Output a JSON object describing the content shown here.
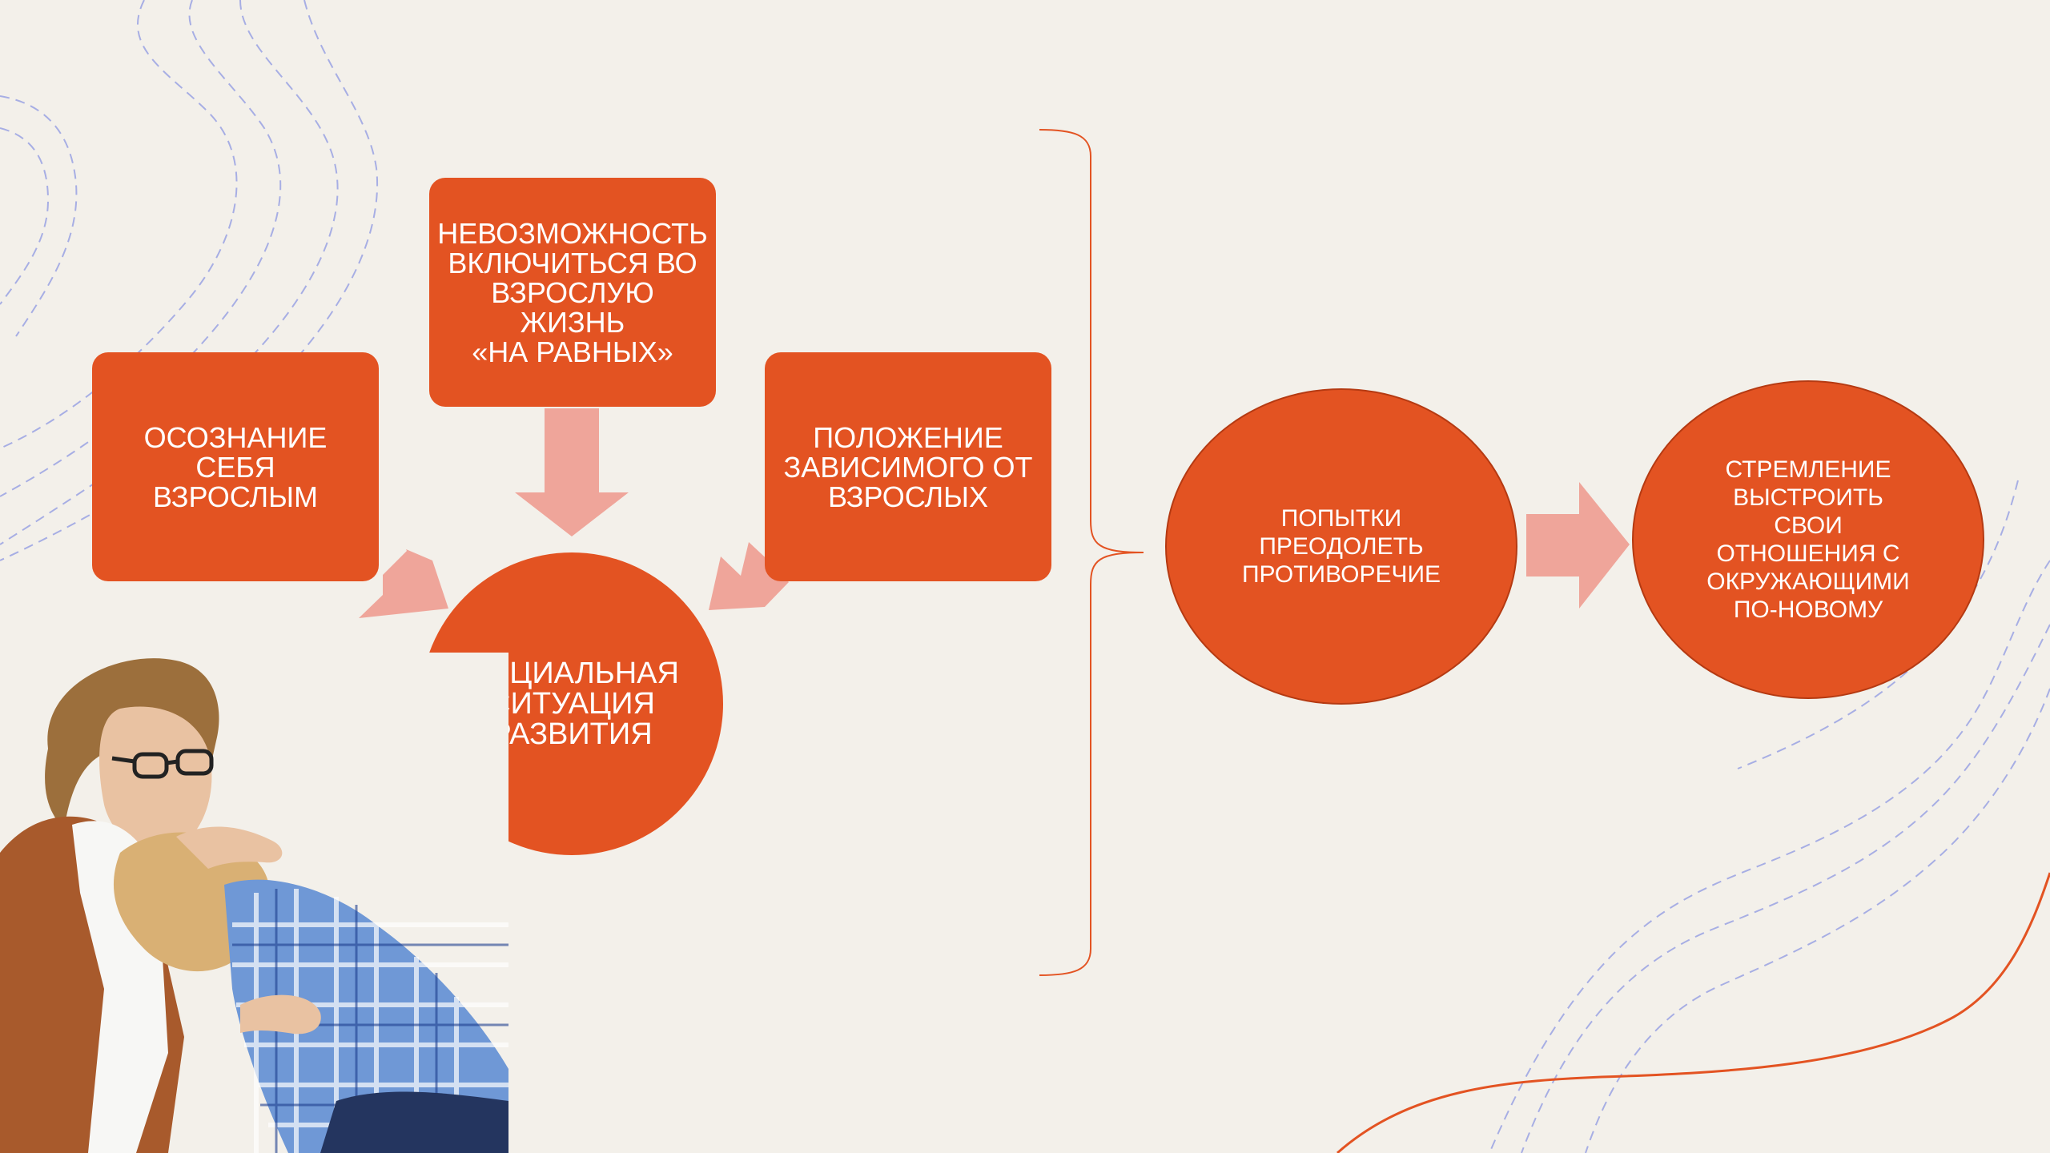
{
  "colors": {
    "background": "#f3f0ea",
    "node_fill": "#e35322",
    "arrow_fill": "#efa59a",
    "brace": "#e35322",
    "decor_lines": "#9aa3e3",
    "decor_curve": "#e35322"
  },
  "diagram": {
    "nodes": {
      "self_awareness": "ОСОЗНАНИЕ СЕБЯ\nВЗРОСЛЫМ",
      "impossibility": "НЕВОЗМОЖНОСТЬ\nВКЛЮЧИТЬСЯ ВО\nВЗРОСЛУЮ ЖИЗНЬ\n«НА РАВНЫХ»",
      "dependency": "ПОЛОЖЕНИЕ\nЗАВИСИМОГО ОТ\nВЗРОСЛЫХ",
      "social_situation": "СОЦИАЛЬНАЯ\nСИТУАЦИЯ\nРАЗВИТИЯ",
      "attempts": "ПОПЫТКИ\nПРЕОДОЛЕТЬ\nПРОТИВОРЕЧИЕ",
      "striving": "СТРЕМЛЕНИЕ\nВЫСТРОИТЬ\nСВОИ\nОТНОШЕНИЯ С\nОКРУЖАЮЩИМИ\nПО-НОВОМУ"
    },
    "edges": [
      {
        "from": "self_awareness",
        "to": "social_situation"
      },
      {
        "from": "impossibility",
        "to": "social_situation"
      },
      {
        "from": "dependency",
        "to": "social_situation"
      },
      {
        "from": "attempts",
        "to": "striving"
      }
    ]
  },
  "image": {
    "description_icon": "mother-hugging-teen-photo"
  }
}
